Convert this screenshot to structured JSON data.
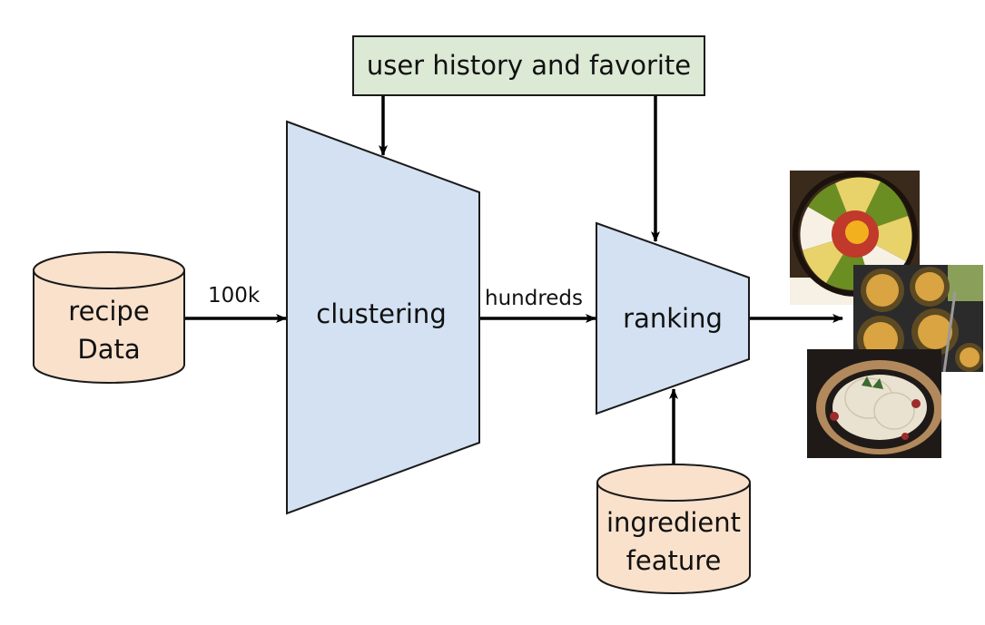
{
  "nodes": {
    "user_history": {
      "label": "user history and favorite",
      "fill": "#dbe9d5",
      "stroke": "#1a1a1a"
    },
    "recipe_data": {
      "line1": "recipe",
      "line2": "Data",
      "fill": "#f9e1cc",
      "stroke": "#1a1a1a"
    },
    "clustering": {
      "label": "clustering",
      "fill": "#d3e1f2",
      "stroke": "#1a1a1a"
    },
    "ranking": {
      "label": "ranking",
      "fill": "#d3e1f2",
      "stroke": "#1a1a1a"
    },
    "ingredient_feature": {
      "line1": "ingredient",
      "line2": "feature",
      "fill": "#f9e1cc",
      "stroke": "#1a1a1a"
    }
  },
  "edges": {
    "recipe_to_clustering": "100k",
    "clustering_to_ranking": "hundreds"
  },
  "output_images": [
    {
      "name": "bibimbap-photo",
      "colors": [
        "#3a2a1c",
        "#e8d26a",
        "#c0392b",
        "#f2b01e",
        "#6b8e23",
        "#f6f1e4"
      ]
    },
    {
      "name": "tartlets-photo",
      "colors": [
        "#2b2b2b",
        "#d9a441",
        "#5d4a22",
        "#8aa05a"
      ]
    },
    {
      "name": "chicken-soup-photo",
      "colors": [
        "#1f1a17",
        "#e9e2d0",
        "#b2895c",
        "#3d6b2f",
        "#9c2b2b"
      ]
    }
  ]
}
